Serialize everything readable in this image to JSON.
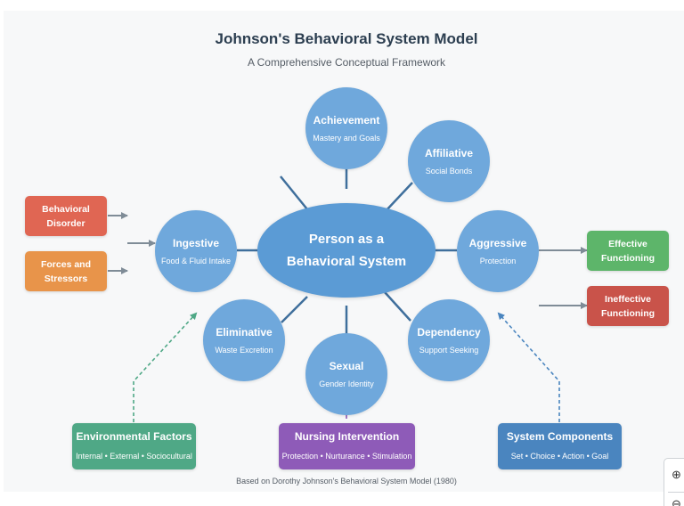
{
  "title": "Johnson's Behavioral System Model",
  "subtitle": "A Comprehensive Conceptual Framework",
  "center": {
    "line1": "Person as a",
    "line2": "Behavioral System"
  },
  "subsystems": {
    "achievement": {
      "name": "Achievement",
      "desc": "Mastery and Goals"
    },
    "affiliative": {
      "name": "Affiliative",
      "desc": "Social Bonds"
    },
    "ingestive": {
      "name": "Ingestive",
      "desc": "Food & Fluid Intake"
    },
    "aggressive": {
      "name": "Aggressive",
      "desc": "Protection"
    },
    "eliminative": {
      "name": "Eliminative",
      "desc": "Waste Excretion"
    },
    "dependency": {
      "name": "Dependency",
      "desc": "Support Seeking"
    },
    "sexual": {
      "name": "Sexual",
      "desc": "Gender Identity"
    }
  },
  "inputs": {
    "disorder": {
      "line1": "Behavioral",
      "line2": "Disorder"
    },
    "stressors": {
      "line1": "Forces and",
      "line2": "Stressors"
    }
  },
  "outcomes": {
    "effective": {
      "line1": "Effective",
      "line2": "Functioning"
    },
    "ineffective": {
      "line1": "Ineffective",
      "line2": "Functioning"
    }
  },
  "bottom": {
    "environmental": {
      "name": "Environmental Factors",
      "desc": "Internal • External • Sociocultural"
    },
    "nursing": {
      "name": "Nursing Intervention",
      "desc": "Protection • Nurturance • Stimulation"
    },
    "components": {
      "name": "System Components",
      "desc": "Set • Choice • Action • Goal"
    }
  },
  "footer": "Based on Dorothy Johnson's Behavioral System Model (1980)",
  "colors": {
    "subsystem": "#6fa8dc",
    "center": "#5b9bd5",
    "disorder": "#e06653",
    "stressors": "#e8944a",
    "effective": "#5db56a",
    "ineffective": "#c9534a",
    "environmental": "#4fa886",
    "nursing": "#8e5bb8",
    "components": "#4a85bf",
    "connector": "#3f6f9c",
    "arrow": "#7f8c97"
  },
  "widget": {
    "zoom_in_icon": "zoom-in-icon",
    "zoom_out_icon": "zoom-out-icon"
  }
}
